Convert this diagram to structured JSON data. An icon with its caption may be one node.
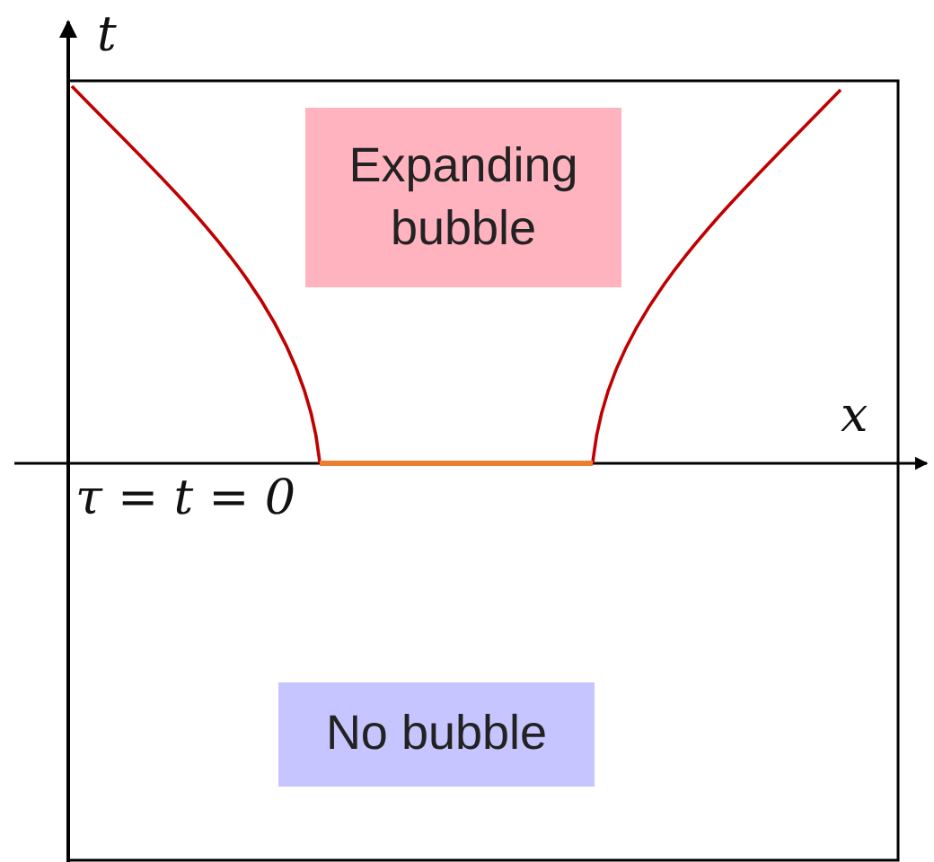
{
  "diagram": {
    "nodes": [
      {
        "text": [
          "Expanding bubble"
        ]
      },
      {
        "text": [
          "No bubble"
        ]
      }
    ],
    "edges": [],
    "labels": [
      "t",
      "x",
      "τ = t = 0"
    ]
  }
}
